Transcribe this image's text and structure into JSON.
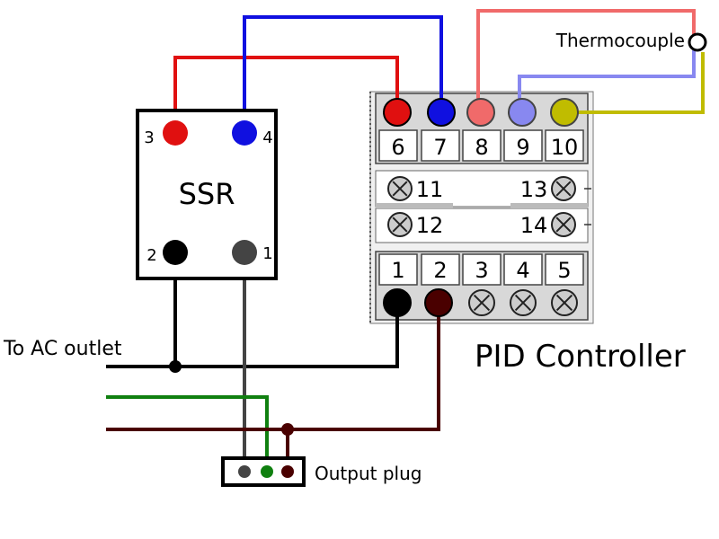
{
  "labels": {
    "thermocouple": "Thermocouple",
    "ssr": "SSR",
    "ac_outlet": "To AC outlet",
    "pid_controller": "PID Controller",
    "output_plug": "Output plug"
  },
  "ssr_terminals": [
    "3",
    "4",
    "2",
    "1"
  ],
  "pid_terminals": {
    "top": [
      "6",
      "7",
      "8",
      "9",
      "10"
    ],
    "middle": [
      "11",
      "13",
      "12",
      "14"
    ],
    "bottom": [
      "1",
      "2",
      "3",
      "4",
      "5"
    ]
  },
  "colors": {
    "red": "#e01010",
    "blue": "#1010e0",
    "salmon": "#f06a6a",
    "lavender": "#8888f0",
    "olive": "#c0bc00",
    "black": "#000000",
    "dark_gray": "#444444",
    "maroon": "#4a0000",
    "green": "#108010",
    "panel_gray": "#e6e6e6",
    "screw_gray": "#cccccc"
  }
}
